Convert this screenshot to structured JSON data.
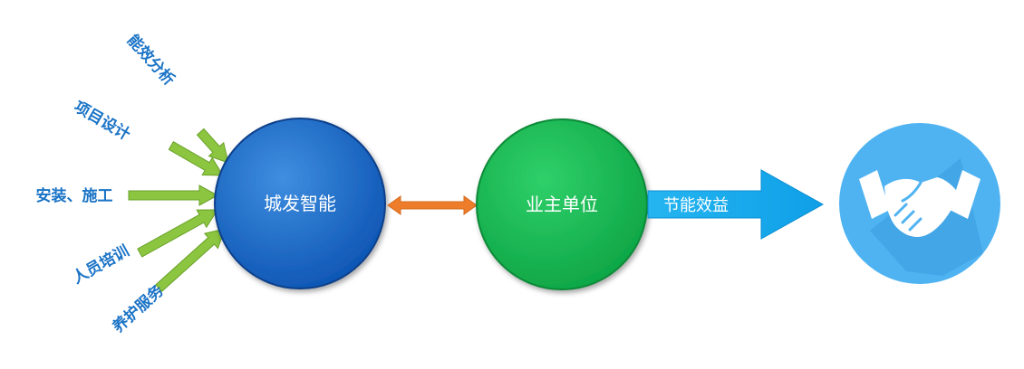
{
  "inputs": [
    {
      "label": "能效分析"
    },
    {
      "label": "项目设计"
    },
    {
      "label": "安装、施工"
    },
    {
      "label": "人员培训"
    },
    {
      "label": "养护服务"
    }
  ],
  "nodes": {
    "company": {
      "label": "城发智能",
      "color": "#1565c8"
    },
    "owner": {
      "label": "业主单位",
      "color": "#12b84e"
    }
  },
  "benefit_arrow": {
    "label": "节能效益",
    "color": "#1ba8ec"
  },
  "handshake": {
    "icon": "handshake-icon",
    "color": "#4fb3f2"
  },
  "colors": {
    "input_arrow": "#8cc540",
    "input_text": "#1a73c6",
    "link_arrow": "#ee7d2b"
  }
}
